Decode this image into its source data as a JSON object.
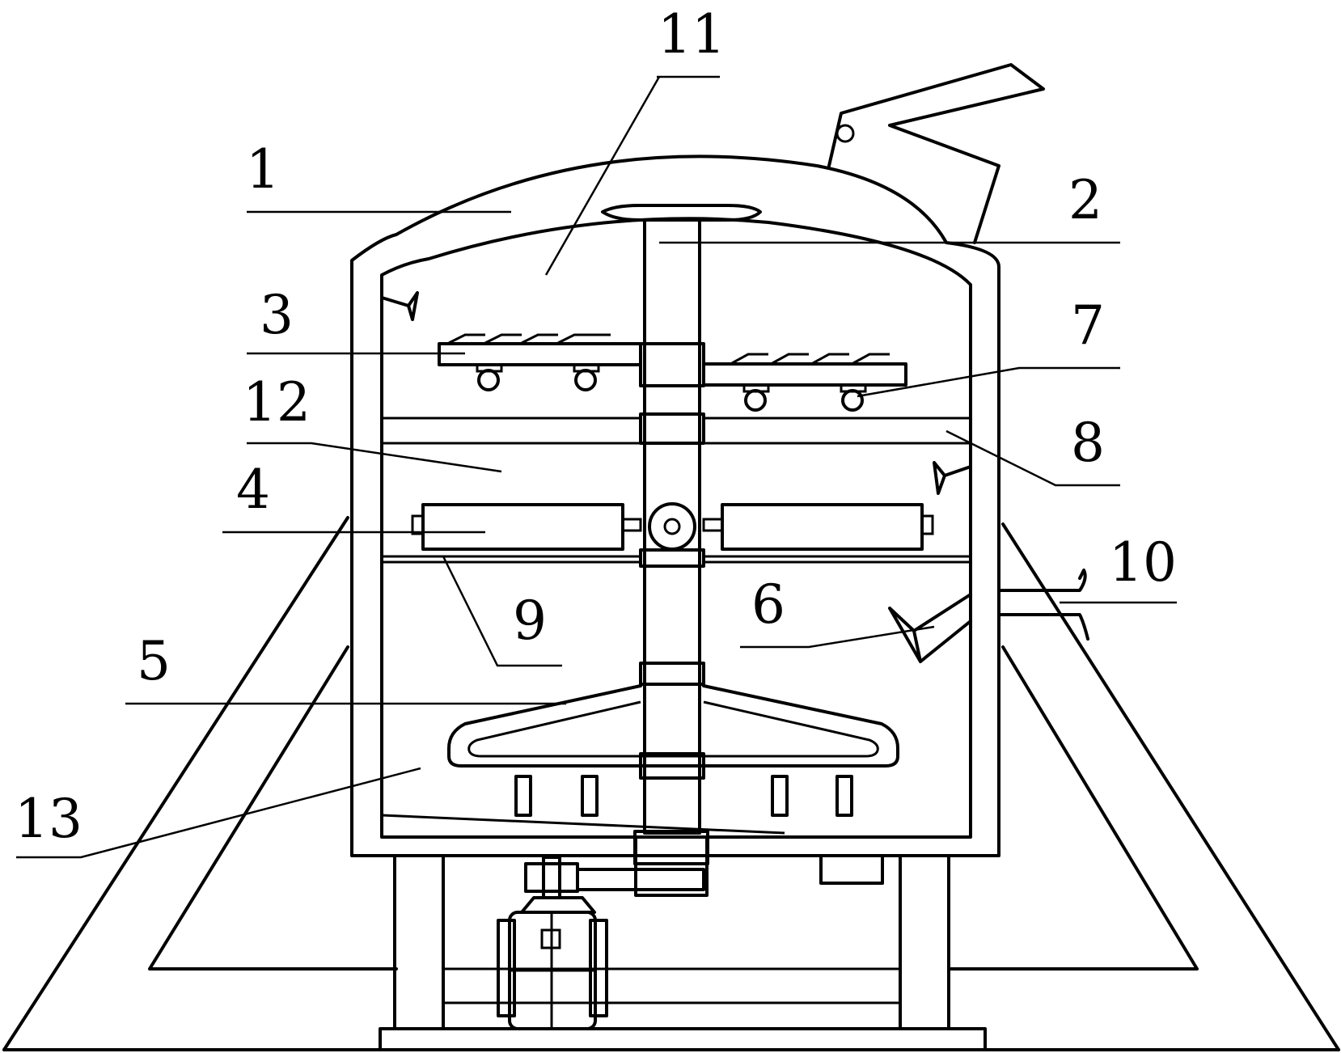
{
  "labels": [
    {
      "id": "l1",
      "text": "1"
    },
    {
      "id": "l2",
      "text": "2"
    },
    {
      "id": "l3",
      "text": "3"
    },
    {
      "id": "l4",
      "text": "4"
    },
    {
      "id": "l5",
      "text": "5"
    },
    {
      "id": "l6",
      "text": "6"
    },
    {
      "id": "l7",
      "text": "7"
    },
    {
      "id": "l8",
      "text": "8"
    },
    {
      "id": "l9",
      "text": "9"
    },
    {
      "id": "l10",
      "text": "10"
    },
    {
      "id": "l11",
      "text": "11"
    },
    {
      "id": "l12",
      "text": "12"
    },
    {
      "id": "l13",
      "text": "13"
    }
  ]
}
